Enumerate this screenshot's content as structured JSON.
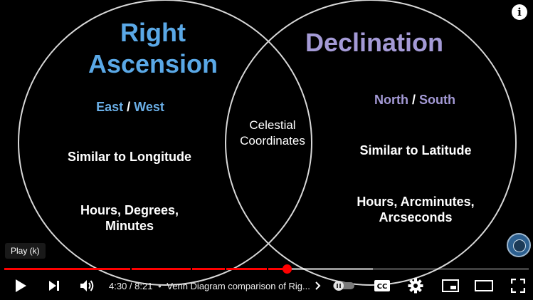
{
  "video": {
    "left_heading_line1": "Right",
    "left_heading_line2": "Ascension",
    "left_directions_a": "East",
    "left_directions_sep": " / ",
    "left_directions_b": "West",
    "left_similar": "Similar to Longitude",
    "left_units_line1": "Hours, Degrees,",
    "left_units_line2": "Minutes",
    "right_heading": "Declination",
    "right_directions_a": "North",
    "right_directions_sep": " / ",
    "right_directions_b": "South",
    "right_similar": "Similar to Latitude",
    "right_units_line1": "Hours, Arcminutes,",
    "right_units_line2": "Arcseconds",
    "center_line1": "Celestial",
    "center_line2": "Coordinates",
    "colors": {
      "left_heading": "#5aa8e6",
      "left_directions": "#6aaee6",
      "right_heading": "#a49ad6",
      "right_directions": "#a49ad6"
    }
  },
  "overlay": {
    "info_icon": "i",
    "tooltip": "Play (k)"
  },
  "player": {
    "current_time": "4:30",
    "duration": "8:21",
    "time_separator": " / ",
    "title_separator": "•",
    "chapter_title": "Venn Diagram comparison of Rig...",
    "progress_fraction": 0.539,
    "buffer_fraction": 0.703,
    "chapter_marks": [
      0.24,
      0.355,
      0.42,
      0.5
    ],
    "accent": "#ff0000",
    "icons": [
      "play-icon",
      "next-icon",
      "volume-icon",
      "chevron-right-icon",
      "autoplay-toggle",
      "captions-icon",
      "settings-icon",
      "miniplayer-icon",
      "theater-icon",
      "fullscreen-icon"
    ]
  }
}
